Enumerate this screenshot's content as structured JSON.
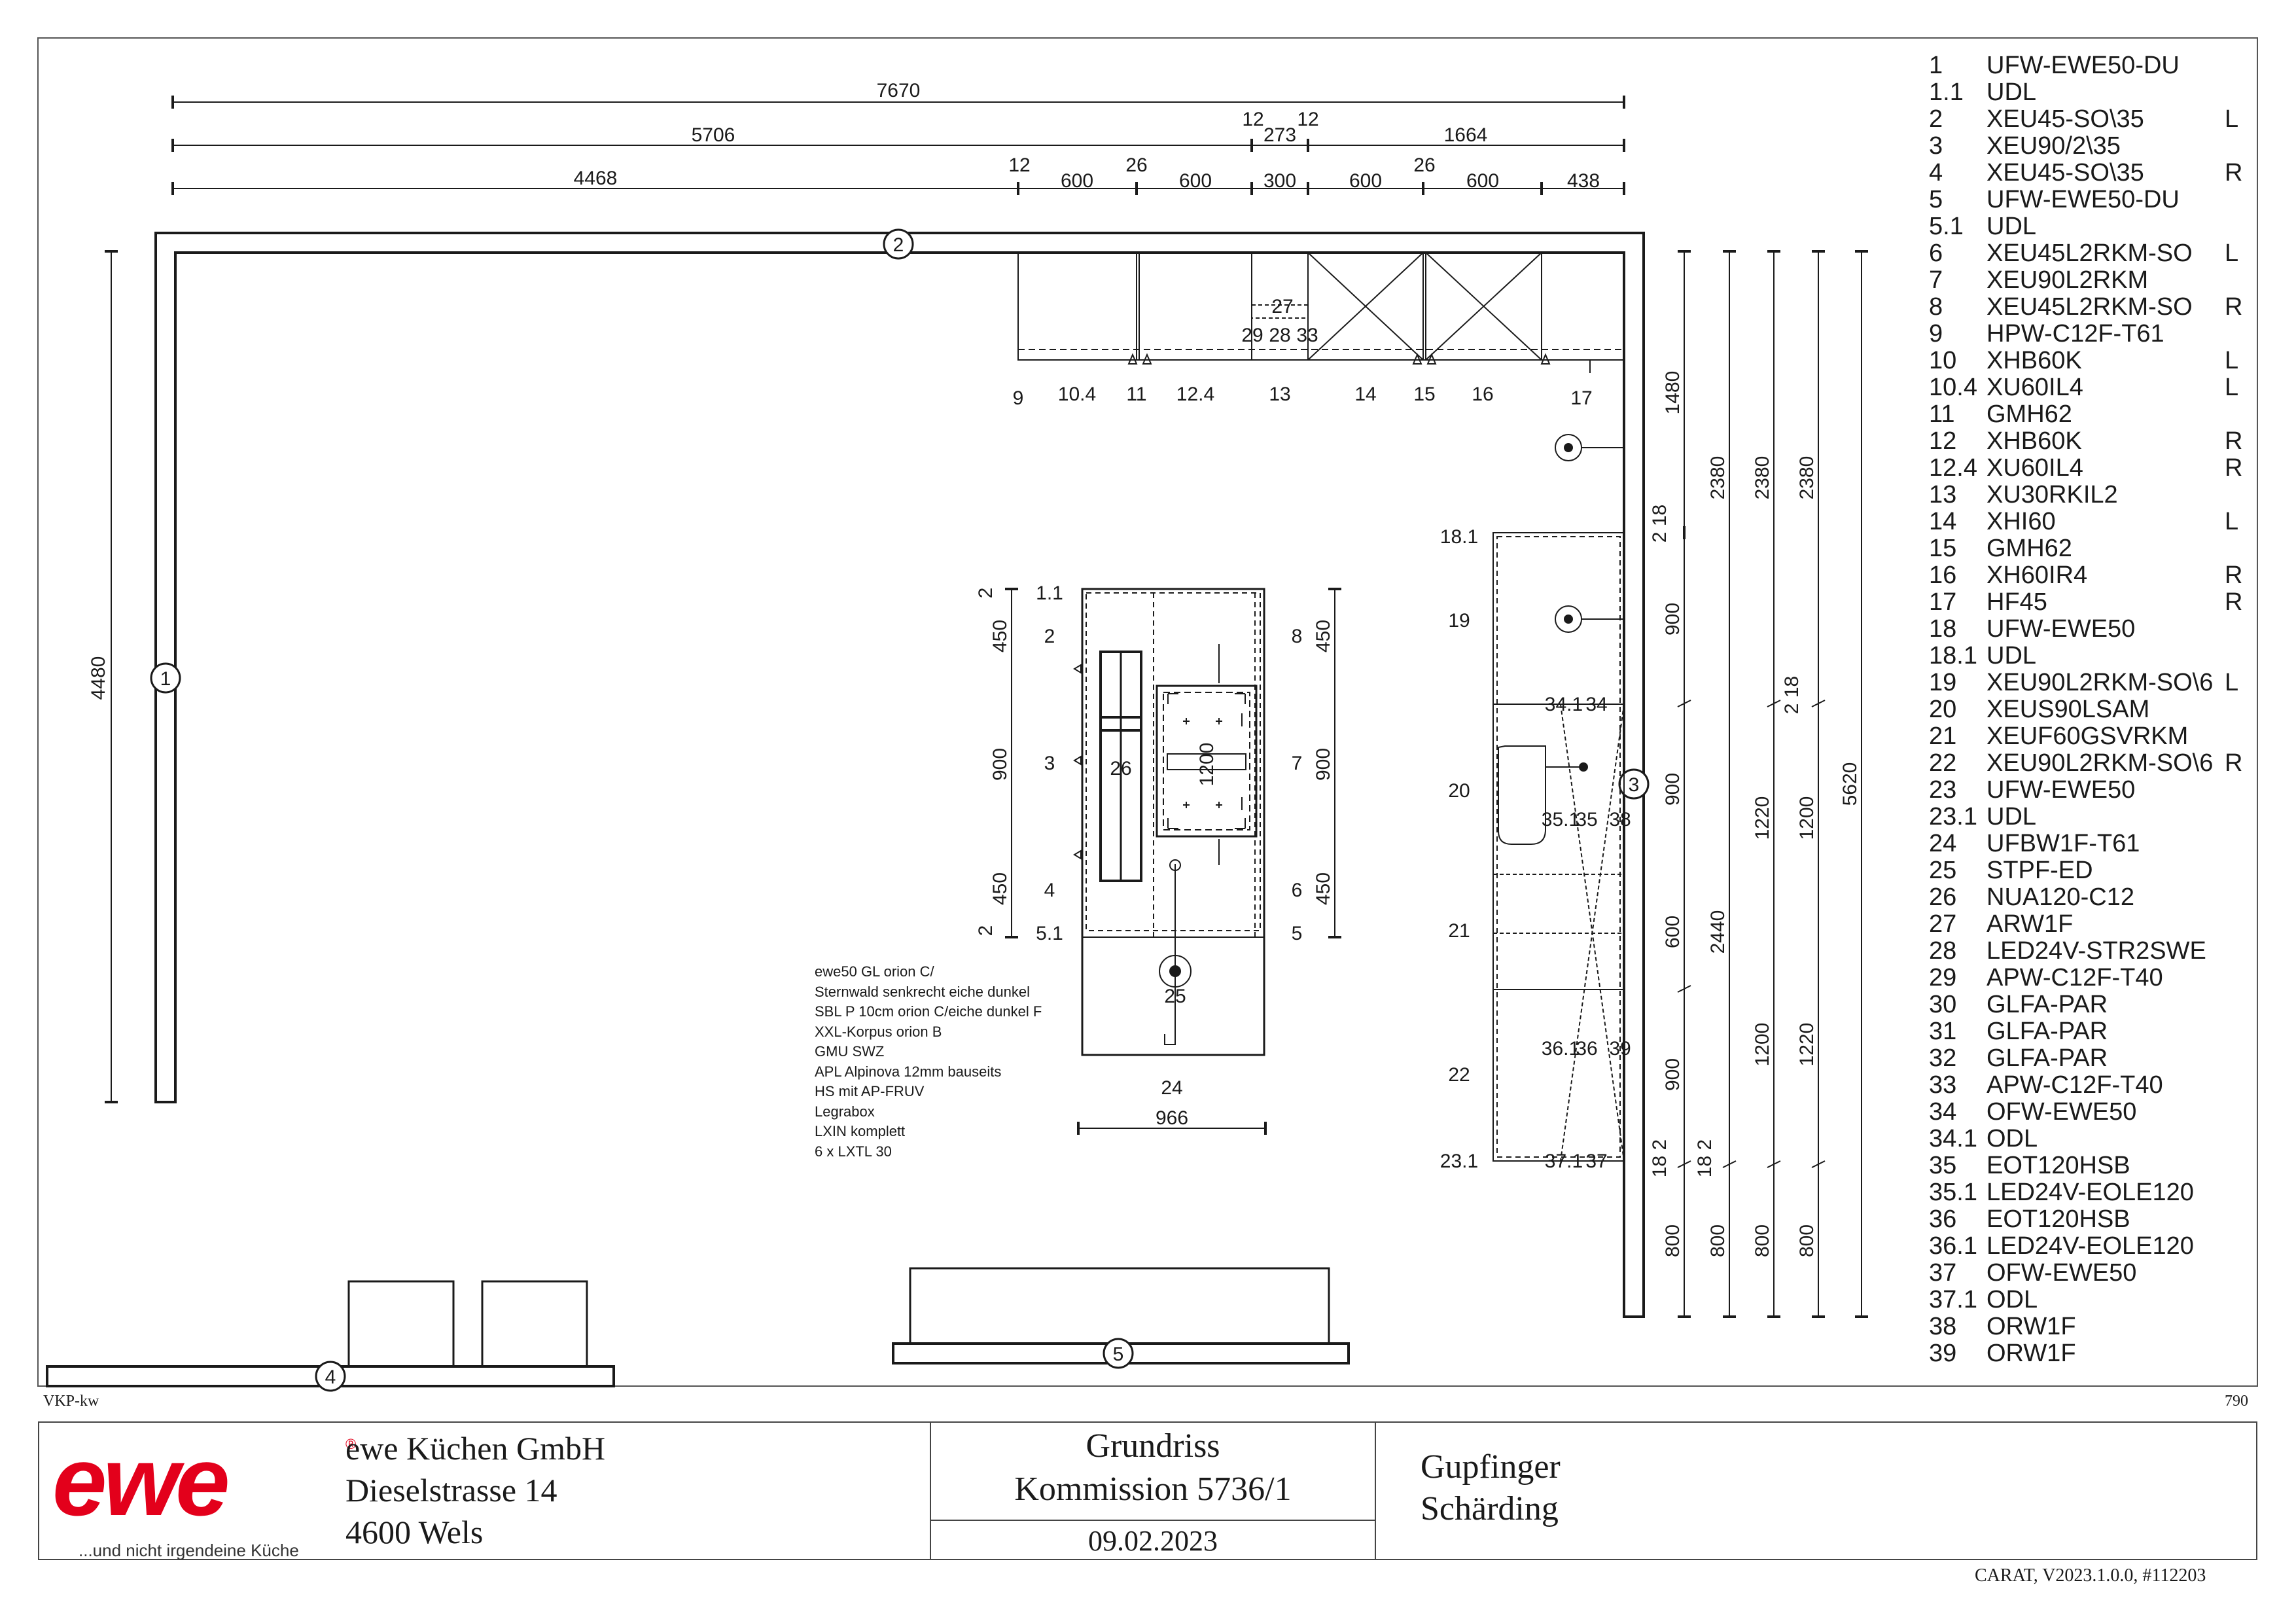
{
  "dimensions": {
    "total_width": "7670",
    "mid_width": "5706",
    "mid_small_left": "12",
    "mid_273": "273",
    "mid_small_right": "12",
    "right_width": "1664",
    "seg_4468": "4468",
    "seg_12": "12",
    "seg_600a": "600",
    "seg_26a": "26",
    "seg_600b": "600",
    "seg_300": "300",
    "seg_600c": "600",
    "seg_26b": "26",
    "seg_600d": "600",
    "seg_438": "438",
    "left_height": "4480",
    "right_1480": "1480",
    "right_218a": "2 18",
    "right_900a": "900",
    "right_900b": "900",
    "right_600": "600",
    "right_900c": "900",
    "right_182a": "18 2",
    "right_800a": "800",
    "col2_2380": "2380",
    "col2_2440": "2440",
    "col2_182": "18 2",
    "col2_800": "800",
    "col3_2380": "2380",
    "col3_218": "2 18",
    "col3_1220": "1220",
    "col3_1200": "1200",
    "col3_800": "800",
    "col4_2380": "2380",
    "col4_1200": "1200",
    "col4_1220": "1220",
    "col4_800": "800",
    "col5_5620": "5620",
    "island_l_2top": "2",
    "island_l_450a": "450",
    "island_l_900": "900",
    "island_l_450b": "450",
    "island_l_2bot": "2",
    "island_r_450a": "450",
    "island_r_900": "900",
    "island_r_450b": "450",
    "island_bottom_24": "24",
    "island_bottom_966": "966",
    "island_1200": "1200"
  },
  "item_labels": {
    "top_9": "9",
    "top_10_4": "10.4",
    "top_11": "11",
    "top_12_4": "12.4",
    "top_13": "13",
    "top_14": "14",
    "top_15": "15",
    "top_16": "16",
    "top_17": "17",
    "top_27": "27",
    "top_29": "29",
    "top_28": "28",
    "top_33": "33",
    "right_18_1": "18.1",
    "right_19": "19",
    "right_20": "20",
    "right_21": "21",
    "right_22": "22",
    "right_23_1": "23.1",
    "right_34_1": "34.1",
    "right_34": "34",
    "right_35_1": "35.1",
    "right_35": "35",
    "right_38": "38",
    "right_36_1": "36.1",
    "right_36": "36",
    "right_39": "39",
    "right_37_1": "37.1",
    "right_37": "37",
    "isl_1_1": "1.1",
    "isl_2": "2",
    "isl_3": "3",
    "isl_4": "4",
    "isl_5_1": "5.1",
    "isl_8": "8",
    "isl_7": "7",
    "isl_6": "6",
    "isl_5": "5",
    "isl_26": "26",
    "isl_25": "25"
  },
  "wall_markers": [
    "1",
    "2",
    "3",
    "4",
    "5"
  ],
  "legend": [
    {
      "no": "1",
      "code": "UFW-EWE50-DU",
      "side": ""
    },
    {
      "no": "1.1",
      "code": "UDL",
      "side": ""
    },
    {
      "no": "2",
      "code": "XEU45-SO\\35",
      "side": "L"
    },
    {
      "no": "3",
      "code": "XEU90/2\\35",
      "side": ""
    },
    {
      "no": "4",
      "code": "XEU45-SO\\35",
      "side": "R"
    },
    {
      "no": "5",
      "code": "UFW-EWE50-DU",
      "side": ""
    },
    {
      "no": "5.1",
      "code": "UDL",
      "side": ""
    },
    {
      "no": "6",
      "code": "XEU45L2RKM-SO",
      "side": "L"
    },
    {
      "no": "7",
      "code": "XEU90L2RKM",
      "side": ""
    },
    {
      "no": "8",
      "code": "XEU45L2RKM-SO",
      "side": "R"
    },
    {
      "no": "9",
      "code": "HPW-C12F-T61",
      "side": ""
    },
    {
      "no": "10",
      "code": "XHB60K",
      "side": "L"
    },
    {
      "no": "10.4",
      "code": "XU60IL4",
      "side": "L"
    },
    {
      "no": "11",
      "code": "GMH62",
      "side": ""
    },
    {
      "no": "12",
      "code": "XHB60K",
      "side": "R"
    },
    {
      "no": "12.4",
      "code": "XU60IL4",
      "side": "R"
    },
    {
      "no": "13",
      "code": "XU30RKIL2",
      "side": ""
    },
    {
      "no": "14",
      "code": "XHI60",
      "side": "L"
    },
    {
      "no": "15",
      "code": "GMH62",
      "side": ""
    },
    {
      "no": "16",
      "code": "XH60IR4",
      "side": "R"
    },
    {
      "no": "17",
      "code": "HF45",
      "side": "R"
    },
    {
      "no": "18",
      "code": "UFW-EWE50",
      "side": ""
    },
    {
      "no": "18.1",
      "code": "UDL",
      "side": ""
    },
    {
      "no": "19",
      "code": "XEU90L2RKM-SO\\6",
      "side": "L"
    },
    {
      "no": "20",
      "code": "XEUS90LSAM",
      "side": ""
    },
    {
      "no": "21",
      "code": "XEUF60GSVRKM",
      "side": ""
    },
    {
      "no": "22",
      "code": "XEU90L2RKM-SO\\6",
      "side": "R"
    },
    {
      "no": "23",
      "code": "UFW-EWE50",
      "side": ""
    },
    {
      "no": "23.1",
      "code": "UDL",
      "side": ""
    },
    {
      "no": "24",
      "code": "UFBW1F-T61",
      "side": ""
    },
    {
      "no": "25",
      "code": "STPF-ED",
      "side": ""
    },
    {
      "no": "26",
      "code": "NUA120-C12",
      "side": ""
    },
    {
      "no": "27",
      "code": "ARW1F",
      "side": ""
    },
    {
      "no": "28",
      "code": "LED24V-STR2SWE",
      "side": ""
    },
    {
      "no": "29",
      "code": "APW-C12F-T40",
      "side": ""
    },
    {
      "no": "30",
      "code": "GLFA-PAR",
      "side": ""
    },
    {
      "no": "31",
      "code": "GLFA-PAR",
      "side": ""
    },
    {
      "no": "32",
      "code": "GLFA-PAR",
      "side": ""
    },
    {
      "no": "33",
      "code": "APW-C12F-T40",
      "side": ""
    },
    {
      "no": "34",
      "code": "OFW-EWE50",
      "side": ""
    },
    {
      "no": "34.1",
      "code": "ODL",
      "side": ""
    },
    {
      "no": "35",
      "code": "EOT120HSB",
      "side": ""
    },
    {
      "no": "35.1",
      "code": "LED24V-EOLE120",
      "side": ""
    },
    {
      "no": "36",
      "code": "EOT120HSB",
      "side": ""
    },
    {
      "no": "36.1",
      "code": "LED24V-EOLE120",
      "side": ""
    },
    {
      "no": "37",
      "code": "OFW-EWE50",
      "side": ""
    },
    {
      "no": "37.1",
      "code": "ODL",
      "side": ""
    },
    {
      "no": "38",
      "code": "ORW1F",
      "side": ""
    },
    {
      "no": "39",
      "code": "ORW1F",
      "side": ""
    }
  ],
  "notes": [
    "ewe50 GL orion C/",
    "Sternwald senkrecht eiche dunkel",
    "SBL P 10cm orion C/eiche dunkel F",
    "XXL-Korpus orion B",
    "GMU SWZ",
    "APL Alpinova 12mm bauseits",
    "HS mit AP-FRUV",
    "Legrabox",
    "LXIN komplett",
    "6 x LXTL 30"
  ],
  "title_block": {
    "vkp": "VKP-kw",
    "page_no": "790",
    "logo_text": "ewe",
    "logo_slogan": "...und nicht irgendeine Küche",
    "company_name": "ewe Küchen GmbH",
    "street": "Dieselstrasse 14",
    "city": "4600 Wels",
    "doc_title": "Grundriss",
    "commission": "Kommission 5736/1",
    "date": "09.02.2023",
    "customer": "Gupfinger",
    "place": "Schärding",
    "software": "CARAT,  V2023.1.0.0,  #112203"
  },
  "colors": {
    "line": "#1a1a1a",
    "brand_red": "#e3001b"
  }
}
